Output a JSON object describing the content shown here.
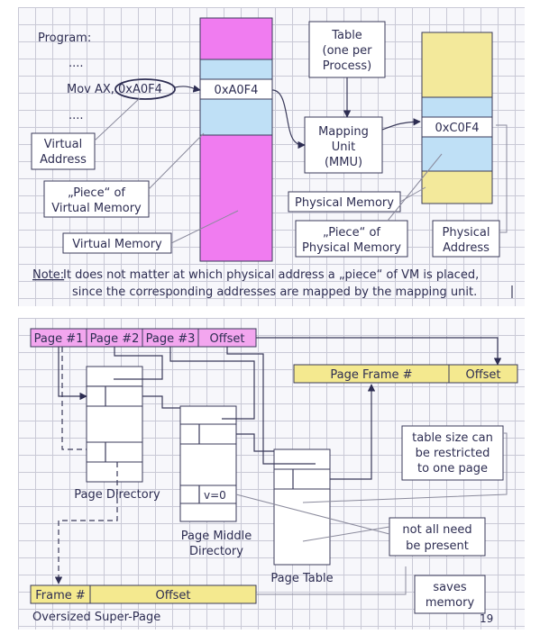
{
  "top": {
    "program_label": "Program:",
    "dots_1": "....",
    "mov_instruction": "Mov AX,",
    "address_literal": "0xA0F4",
    "dots_2": "....",
    "virtual_address_line1": "Virtual",
    "virtual_address_line2": "Address",
    "piece_vm_line1": "„Piece“ of",
    "piece_vm_line2": "Virtual Memory",
    "virtual_memory_label": "Virtual Memory",
    "vm_cell_value": "0xA0F4",
    "table_line1": "Table",
    "table_line2": "(one per",
    "table_line3": "Process)",
    "mmu_line1": "Mapping",
    "mmu_line2": "Unit",
    "mmu_line3": "(MMU)",
    "pm_cell_value": "0xC0F4",
    "physical_memory_label": "Physical Memory",
    "piece_pm_line1": "„Piece“ of",
    "piece_pm_line2": "Physical Memory",
    "physical_address_line1": "Physical",
    "physical_address_line2": "Address",
    "note_label": "Note:",
    "note_line1": " It does not matter at which physical address a „piece“ of VM is placed,",
    "note_line2": "since the corresponding addresses are mapped by the mapping unit."
  },
  "bottom": {
    "page1": "Page #1",
    "page2": "Page #2",
    "page3": "Page #3",
    "offset_top": "Offset",
    "page_frame": "Page Frame #",
    "offset_frame": "Offset",
    "page_directory": "Page Directory",
    "pmd_line1": "Page Middle",
    "pmd_line2": "Directory",
    "v_eq_0": "v=0",
    "page_table": "Page Table",
    "table_size_line1": "table size can",
    "table_size_line2": "be restricted",
    "table_size_line3": "to one page",
    "not_all_line1": "not all need",
    "not_all_line2": "be present",
    "saves_line1": "saves",
    "saves_line2": "memory",
    "frame_hash": "Frame #",
    "offset_super": "Offset",
    "oversized": "Oversized Super-Page",
    "page_number": "19"
  },
  "colors": {
    "virtual_memory": "#f07cf0",
    "virtual_memory_piece": "#bfe0f6",
    "physical_memory": "#f3e99b",
    "physical_memory_piece": "#bfe0f6",
    "page_field": "#f3a6ef",
    "frame_field": "#f4e98f",
    "grid": "#c9c9d6"
  }
}
